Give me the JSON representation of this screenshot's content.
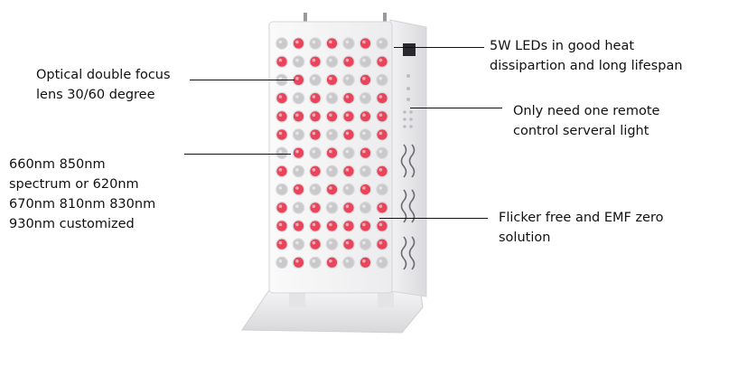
{
  "callouts": {
    "lens": {
      "lines": [
        "Optical double focus",
        "lens 30/60 degree"
      ]
    },
    "spectrum": {
      "lines": [
        "660nm 850nm",
        "spectrum or 620nm",
        "670nm 810nm 830nm",
        "930nm customized"
      ]
    },
    "leds": {
      "lines": [
        "5W LEDs in good heat",
        "dissipartion and long lifespan"
      ]
    },
    "remote": {
      "lines": [
        "Only need one remote",
        "control serveral light"
      ]
    },
    "flicker": {
      "lines": [
        "Flicker free and EMF zero",
        "solution"
      ]
    }
  },
  "device": {
    "led_columns": 7,
    "led_rows": 13,
    "colors": {
      "red": "#e8455c",
      "gray": "#c9c9cc",
      "panel": "#f4f4f5",
      "side": "#e2e2e5"
    }
  }
}
